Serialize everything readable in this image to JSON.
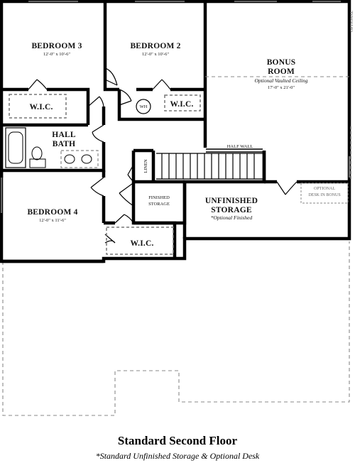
{
  "rooms": {
    "bedroom3": {
      "name": "BEDROOM 3",
      "dim": "12'-0\" x 10'-6\""
    },
    "bedroom2": {
      "name": "BEDROOM 2",
      "dim": "12'-0\" x 10'-6\""
    },
    "bonus": {
      "name_line1": "BONUS",
      "name_line2": "ROOM",
      "note": "Optional Vaulted Ceiling",
      "dim": "17'-0\" x 21'-0\""
    },
    "wic1": {
      "name": "W.I.C."
    },
    "wic2": {
      "name": "W.I.C."
    },
    "wic3": {
      "name": "W.I.C."
    },
    "hall_bath": {
      "name_line1": "HALL",
      "name_line2": "BATH"
    },
    "bedroom4": {
      "name": "BEDROOM 4",
      "dim": "12'-0\" x 11'-6\""
    },
    "linen": {
      "name": "LINEN"
    },
    "finished_storage": {
      "line1": "FINISHED",
      "line2": "STORAGE"
    },
    "unfinished_storage": {
      "line1": "UNFINISHED",
      "line2": "STORAGE",
      "note": "*Optional Finished"
    },
    "water_heater": {
      "label": "WH"
    }
  },
  "annotations": {
    "half_wall": "HALF WALL",
    "optional_side": "OPTIONAL",
    "optional_desk_line1": "OPTIONAL",
    "optional_desk_line2": "DESK IN BONUS"
  },
  "footer": {
    "title": "Standard Second Floor",
    "subtitle": "*Standard Unfinished Storage & Optional Desk"
  }
}
